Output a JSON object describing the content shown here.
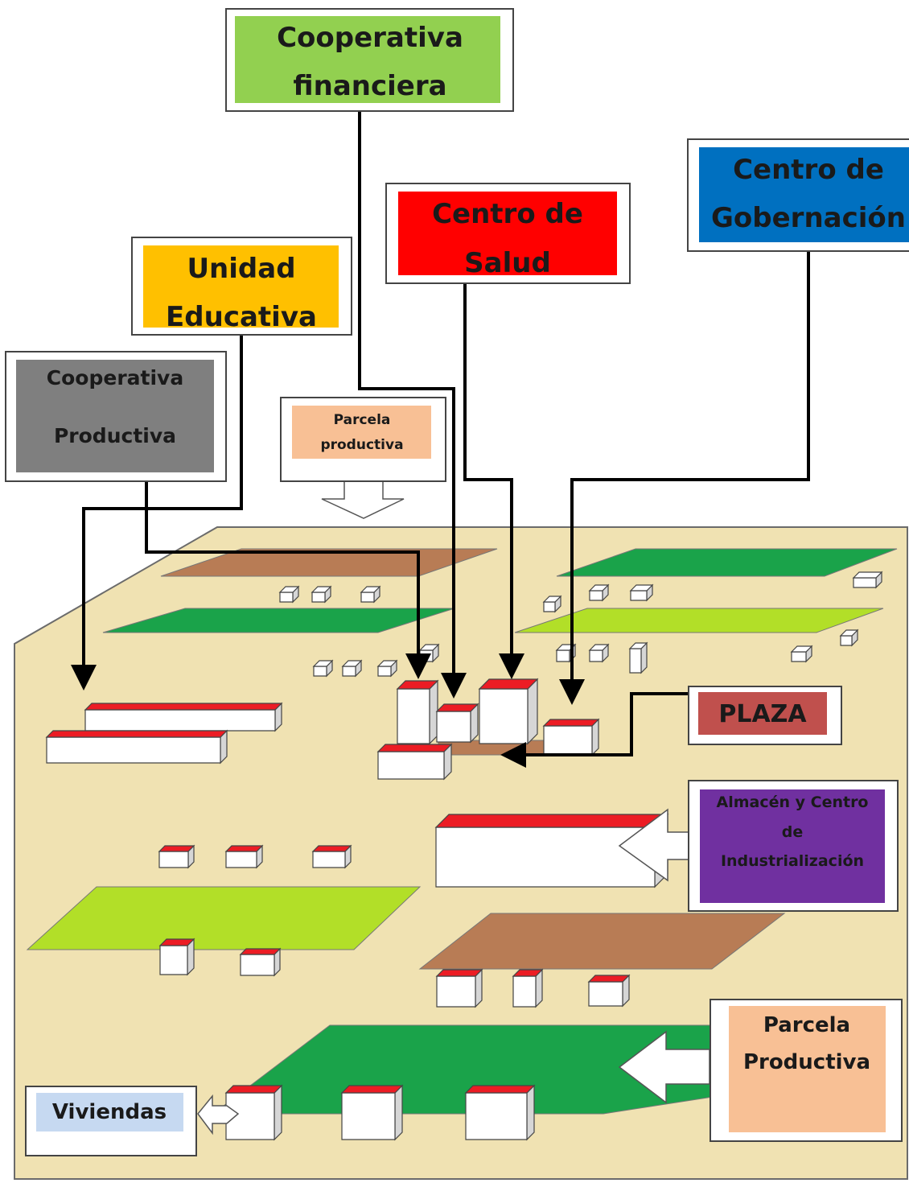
{
  "labels": {
    "coop_financiera": [
      "Cooperativa",
      "financiera"
    ],
    "centro_salud": [
      "Centro de",
      "Salud"
    ],
    "centro_gobernacion": [
      "Centro de",
      "Gobernación"
    ],
    "unidad_educativa": [
      "Unidad",
      "Educativa"
    ],
    "coop_productiva": [
      "Cooperativa",
      "Productiva"
    ],
    "parcela_top": [
      "Parcela",
      "productiva"
    ],
    "plaza": "PLAZA",
    "almacen": [
      "Almacén y Centro",
      "de",
      "Industrialización"
    ],
    "parcela_bottom": [
      "Parcela",
      "Productiva"
    ],
    "viviendas": "Viviendas"
  },
  "colors": {
    "ground": "#f0e2b2",
    "plot_dark_green": "#1aa34a",
    "plot_light_green": "#b2df28",
    "plot_brown": "#b87c55",
    "roof_red": "#ec1c24",
    "coop_financiera": "#92d050",
    "centro_salud": "#ff0000",
    "centro_gobernacion": "#0070c0",
    "unidad_educativa": "#ffc000",
    "coop_productiva": "#7f7f7f",
    "parcela": "#f8c095",
    "plaza": "#c0504d",
    "almacen": "#7030a0",
    "viviendas": "#c6d9f1"
  }
}
